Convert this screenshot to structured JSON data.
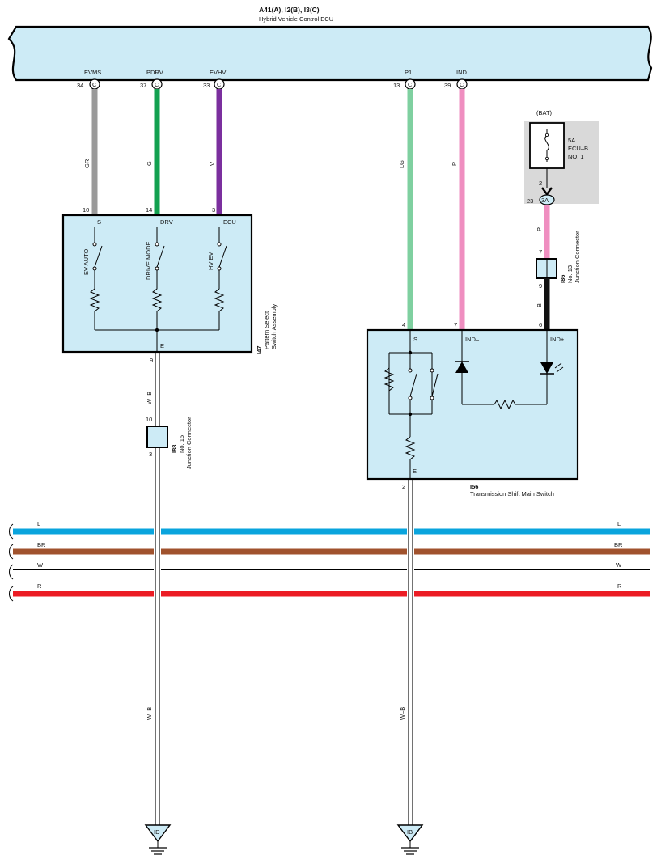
{
  "ecu": {
    "connectors": "A41(A), I2(B), I3(C)",
    "name": "Hybrid Vehicle Control ECU",
    "pins": [
      {
        "signal": "EVMS",
        "num": "34",
        "conn": "C",
        "wire": "GR",
        "color": "#9a9a9a"
      },
      {
        "signal": "PDRV",
        "num": "37",
        "conn": "C",
        "wire": "G",
        "color": "#12a150"
      },
      {
        "signal": "EVHV",
        "num": "33",
        "conn": "C",
        "wire": "V",
        "color": "#7b2f9e"
      },
      {
        "signal": "P1",
        "num": "13",
        "conn": "C",
        "wire": "LG",
        "color": "#7fd0a0"
      },
      {
        "signal": "IND",
        "num": "39",
        "conn": "C",
        "wire": "P",
        "color": "#ef8ec0"
      }
    ]
  },
  "pattern_switch": {
    "id": "I47",
    "name_line1": "Pattern Select",
    "name_line2": "Switch Assembly",
    "pins": [
      {
        "num": "10",
        "label": "S"
      },
      {
        "num": "14",
        "label": "DRV"
      },
      {
        "num": "3",
        "label": "ECU"
      }
    ],
    "switches": [
      "EV AUTO",
      "DRIVE MODE",
      "HV EV"
    ],
    "ground_pin": {
      "num": "9",
      "label": "E"
    }
  },
  "jc15": {
    "id": "I88",
    "line1": "No. 15",
    "line2": "Junction Connector",
    "pin_top": "10",
    "pin_bottom": "3",
    "wire": "W–B"
  },
  "jc13": {
    "id": "I86",
    "line1": "No. 13",
    "line2": "Junction Connector",
    "pin_top": "7",
    "pin_bottom": "9",
    "wire": "B"
  },
  "fuse": {
    "bat": "(BAT)",
    "amps": "5A",
    "line1": "ECU–B",
    "line2": "NO. 1",
    "pin": "2",
    "conn_num": "23",
    "conn_id": "3A",
    "wire": "P"
  },
  "shift_switch": {
    "id": "I56",
    "name": "Transmission Shift Main Switch",
    "pins": [
      {
        "num": "4",
        "label": "S"
      },
      {
        "num": "7",
        "label": "IND–"
      },
      {
        "num": "6",
        "label": "IND+"
      }
    ],
    "ground_pin": {
      "num": "2",
      "label": "E"
    }
  },
  "buses": [
    {
      "label": "L",
      "color": "#0aa4dd"
    },
    {
      "label": "BR",
      "color": "#a0522d"
    },
    {
      "label": "W",
      "color": "#ffffff"
    },
    {
      "label": "R",
      "color": "#ec1c24"
    }
  ],
  "grounds": [
    {
      "id": "ID",
      "wire": "W–B"
    },
    {
      "id": "IB",
      "wire": "W–B"
    }
  ]
}
